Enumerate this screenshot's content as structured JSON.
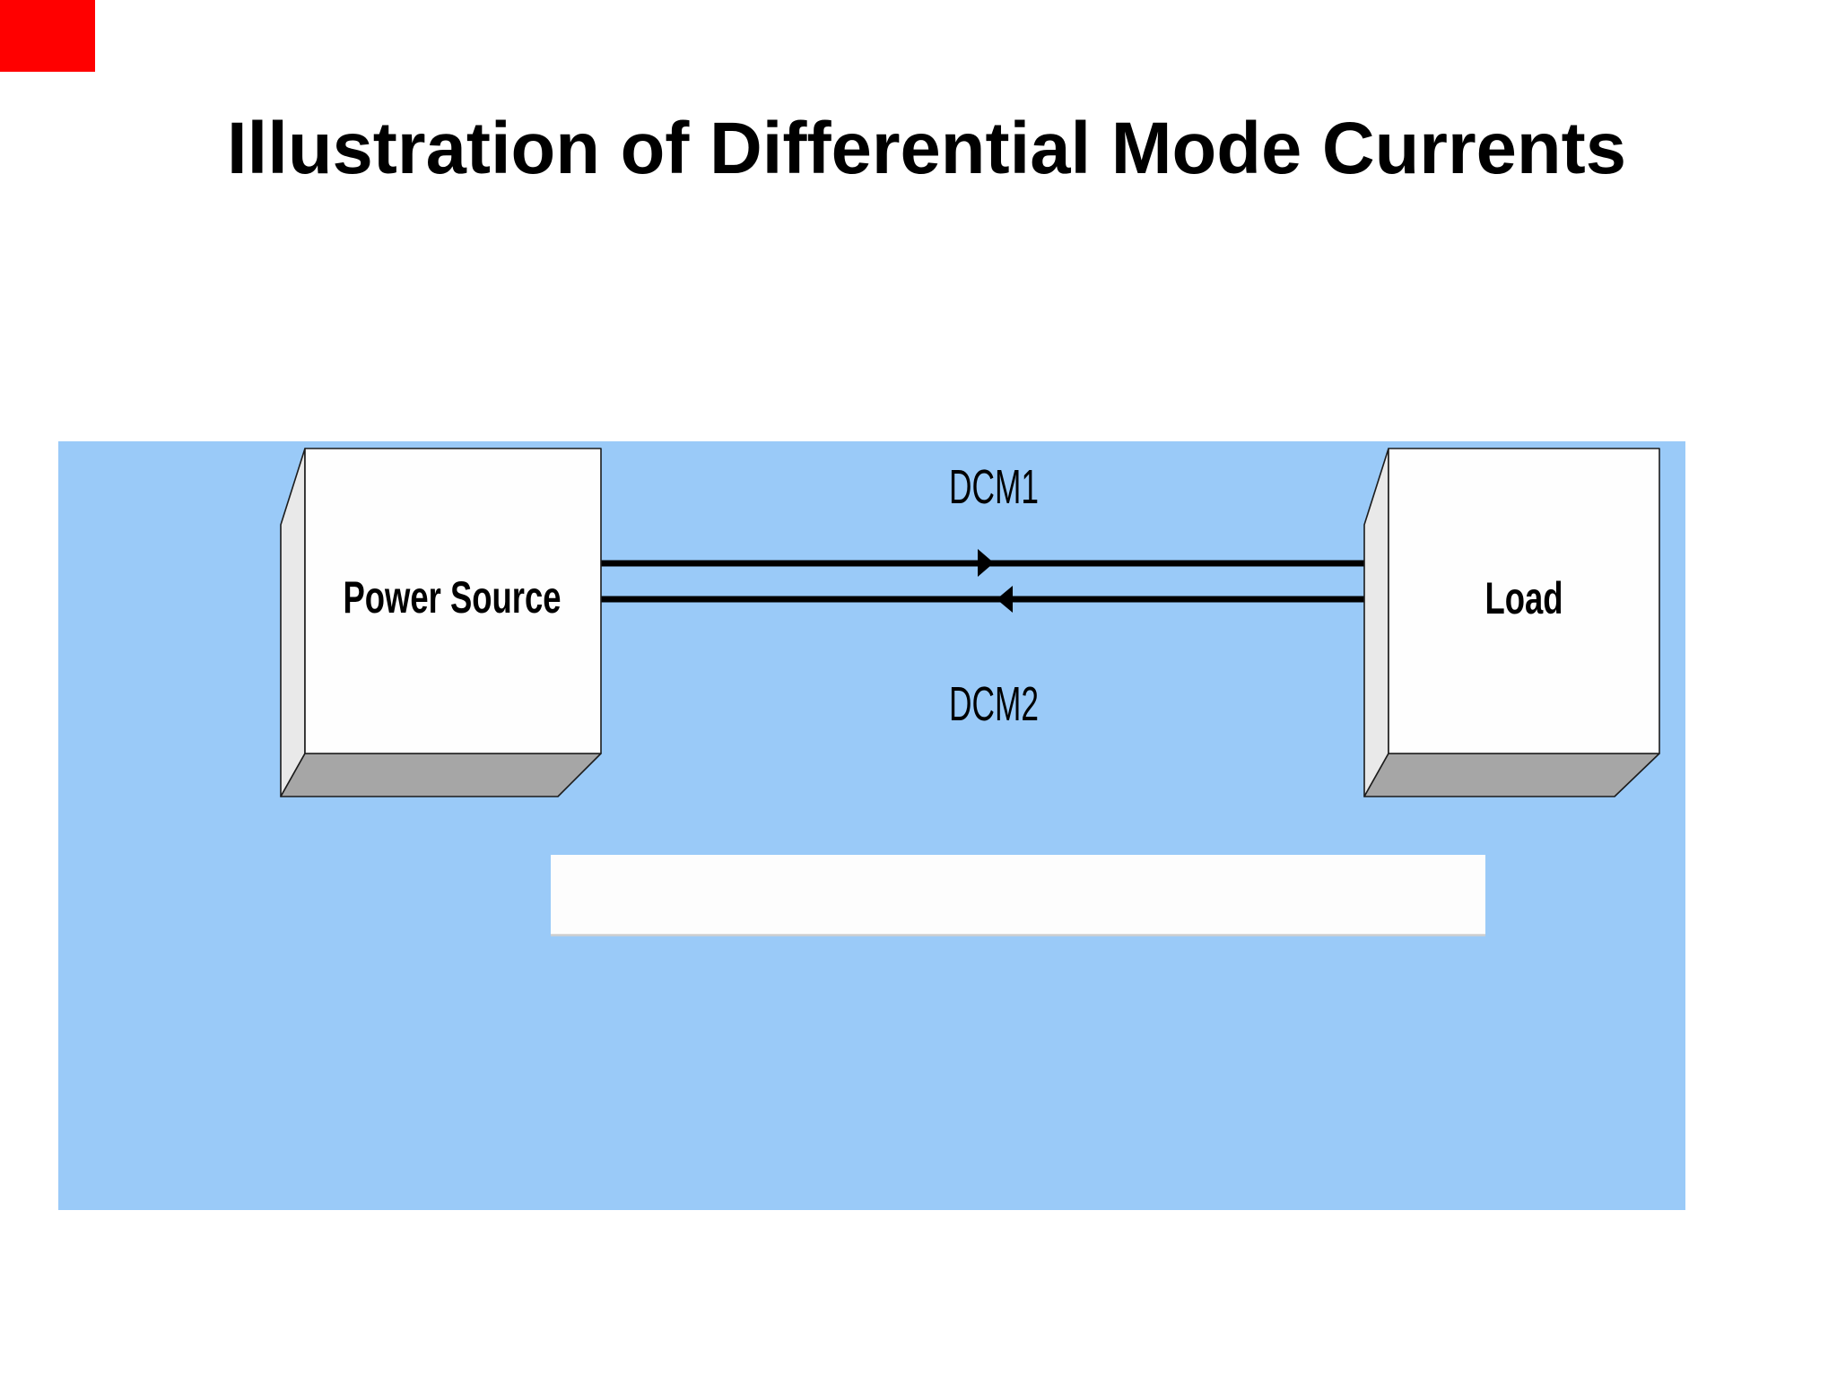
{
  "slide": {
    "title": "Illustration of Differential Mode Currents"
  },
  "diagram": {
    "power_source_label": "Power Source",
    "load_label": "Load",
    "dcm1_label": "DCM1",
    "dcm2_label": "DCM2"
  },
  "colors": {
    "red_marker": "#FF0000",
    "diagram_background": "#9ACAF8",
    "box_front": "#FEFEFE",
    "box_side": "#E9E9E9",
    "box_bottom": "#A6A6A6",
    "wire": "#000000",
    "white_bar": "#FDFDFD",
    "white_bar_shadow": "#CFCFCF",
    "title_color": "#000000"
  }
}
